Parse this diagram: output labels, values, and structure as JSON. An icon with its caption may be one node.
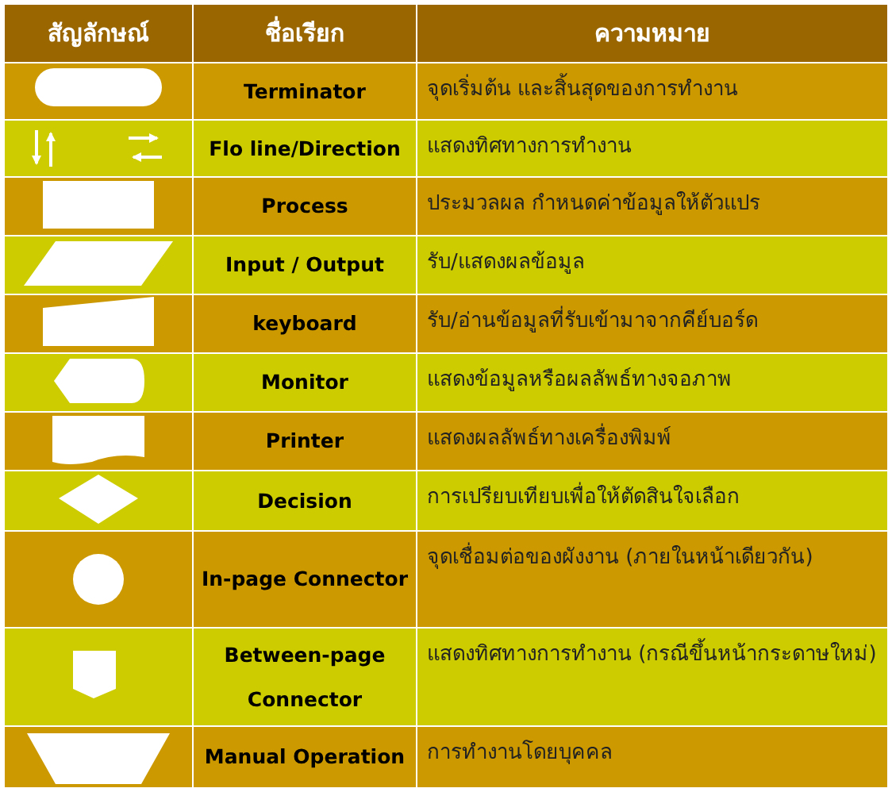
{
  "diagram": {
    "labels": [
      "สัญลักษณ์",
      "ชื่อเรียก",
      "ความหมาย",
      "Terminator",
      "จุดเริ่มต้น และสิ้นสุดของการทำงาน",
      "Flo line/Direction",
      "แสดงทิศทางการทำงาน",
      "Process",
      "ประมวลผล กำหนดค่าข้อมูลให้ตัวแปร",
      "Input / Output",
      "รับ/แสดงผลข้อมูล",
      "keyboard",
      "รับ/อ่านข้อมูลที่รับเข้ามาจากคีย์บอร์ด",
      "Monitor",
      "แสดงข้อมูลหรือผลลัพธ์ทางจอภาพ",
      "Printer",
      "แสดงผลลัพธ์ทางเครื่องพิมพ์",
      "Decision",
      "การเปรียบเทียบเพื่อให้ตัดสินใจเลือก",
      "In-page Connector",
      "จุดเชื่อมต่อของผังงาน (ภายในหน้าเดียวกัน)",
      "Between-page Connector",
      "แสดงทิศทางการทำงาน (กรณีขึ้นหน้ากระดาษใหม่)",
      "Manual Operation",
      "การทำงานโดยบุคคล"
    ]
  }
}
